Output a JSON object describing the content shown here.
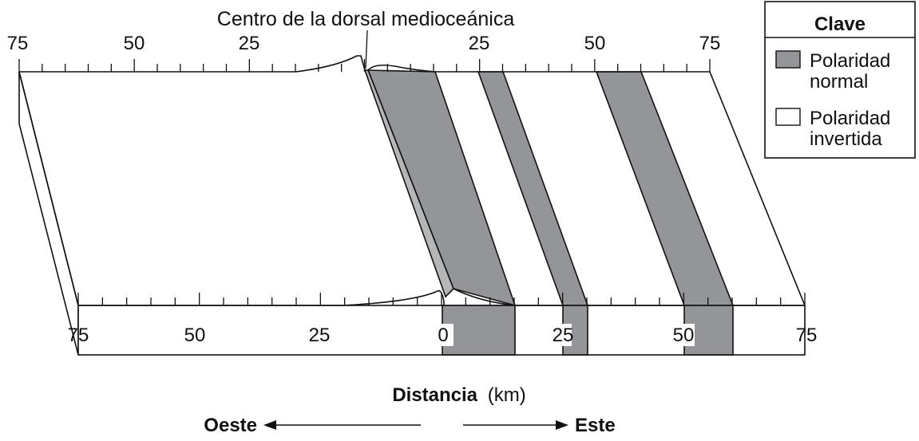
{
  "title": "Centro de la dorsal medioceánica",
  "top_ticks": [
    "75",
    "50",
    "25",
    "25",
    "50",
    "75"
  ],
  "bottom_ticks": [
    "75",
    "50",
    "25",
    "0",
    "25",
    "50",
    "75"
  ],
  "axis_title_bold": "Distancia",
  "axis_title_unit": "(km)",
  "west_label": "Oeste",
  "east_label": "Este",
  "key": {
    "title": "Clave",
    "normal_line1": "Polaridad",
    "normal_line2": "normal",
    "reversed_line1": "Polaridad",
    "reversed_line2": "invertida"
  },
  "colors": {
    "normal": "#939598",
    "ridge_face": "#b5b6b8",
    "reversed": "#ffffff",
    "line": "#111111"
  }
}
